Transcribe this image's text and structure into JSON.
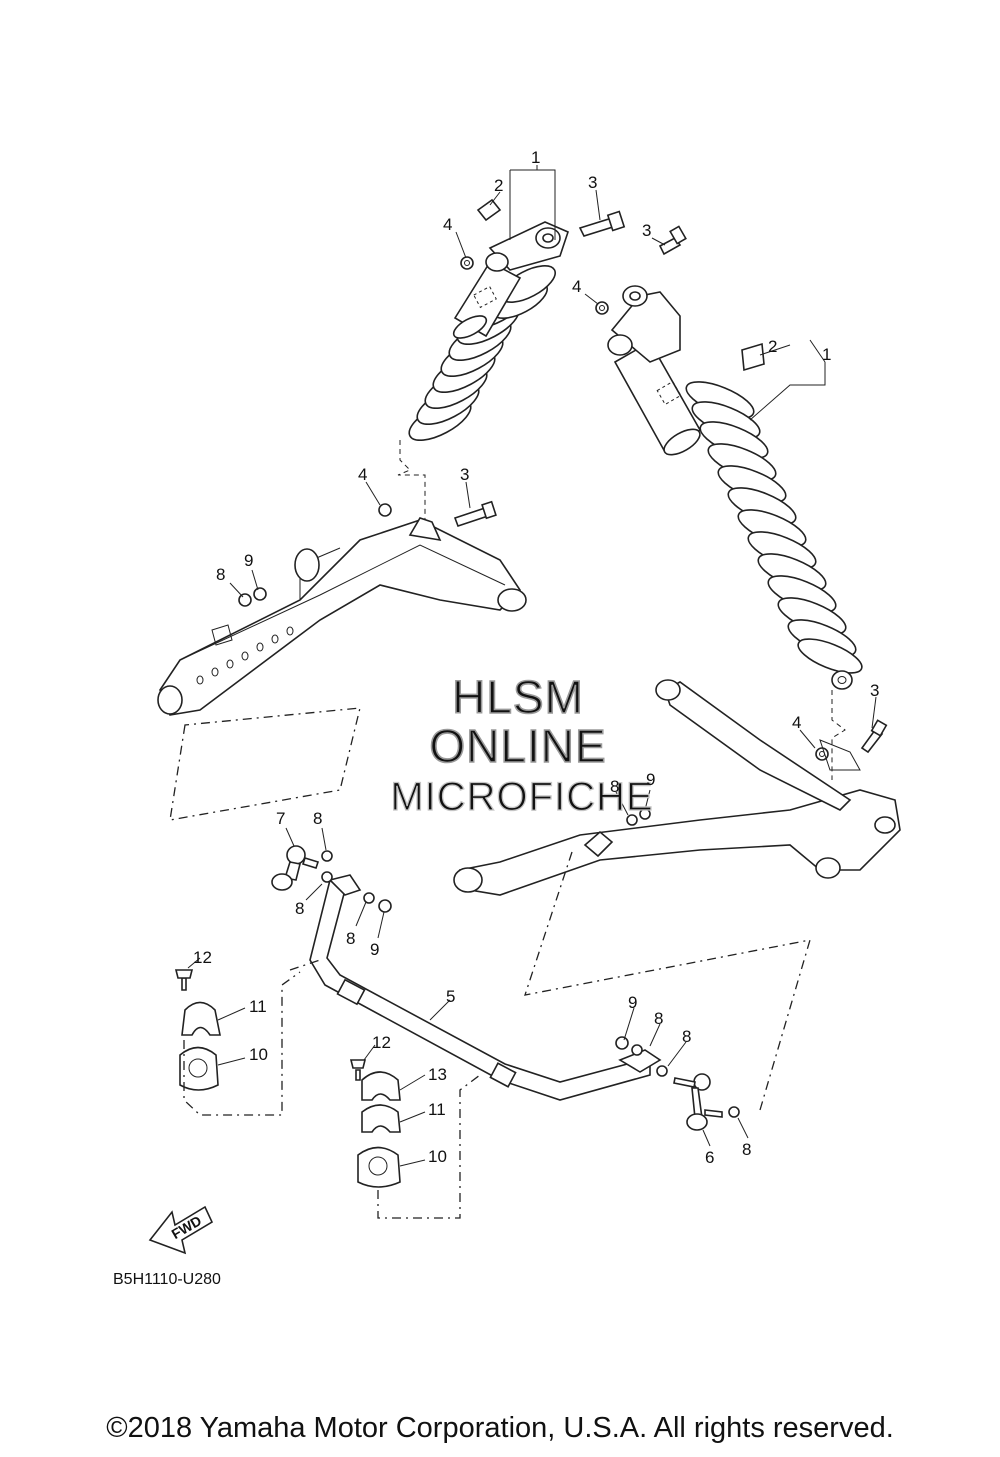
{
  "diagram": {
    "code": "B5H1110-U280",
    "fwd_label": "FWD",
    "watermark": [
      "HLSM",
      "ONLINE",
      "MICROFICHE"
    ],
    "copyright": "©2018 Yamaha Motor Corporation, U.S.A. All rights reserved.",
    "callouts": {
      "c1a": "1",
      "c2a": "2",
      "c3a": "3",
      "c4a": "4",
      "c3b": "3",
      "c4b": "4",
      "c2b": "2",
      "c1b": "1",
      "c4c": "4",
      "c3c": "3",
      "c8a": "8",
      "c9a": "9",
      "c3d": "3",
      "c4d": "4",
      "c8b": "8",
      "c9b": "9",
      "c7": "7",
      "c8c": "8",
      "c8d": "8",
      "c8e": "8",
      "c9c": "9",
      "c12a": "12",
      "c11a": "11",
      "c10a": "10",
      "c5": "5",
      "c12b": "12",
      "c13": "13",
      "c11b": "11",
      "c10b": "10",
      "c9d": "9",
      "c8f": "8",
      "c8g": "8",
      "c6": "6",
      "c8h": "8"
    }
  }
}
